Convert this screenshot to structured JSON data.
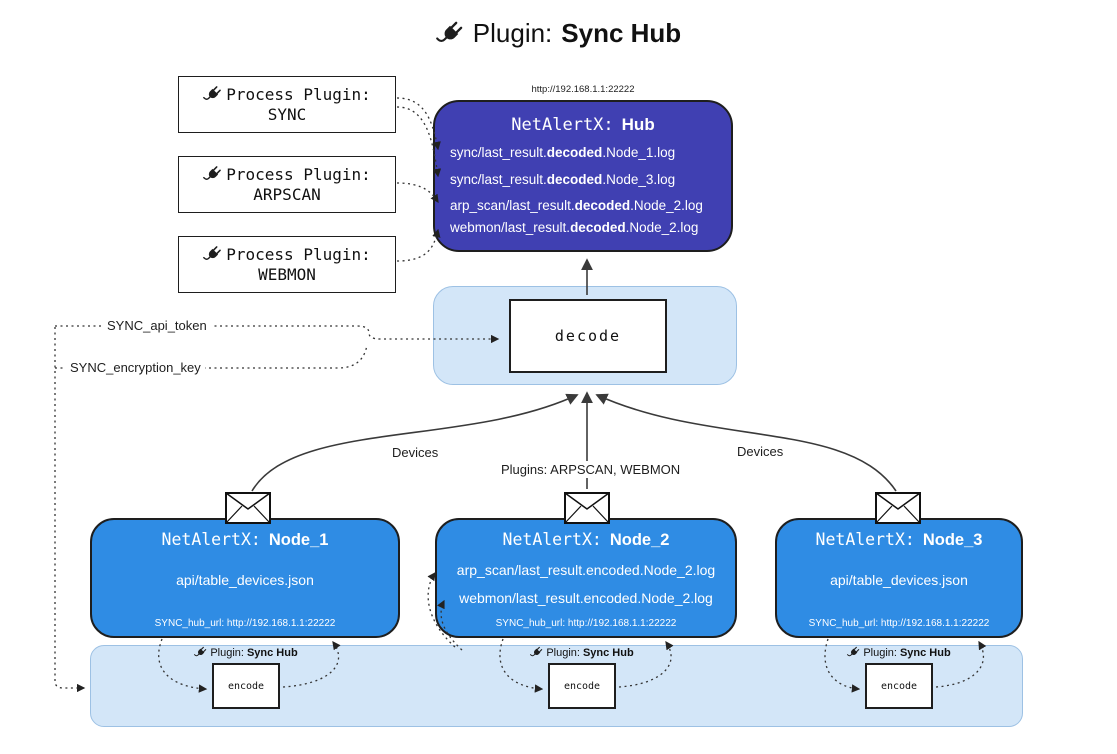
{
  "title": {
    "prefix": "Plugin:",
    "name": "Sync Hub"
  },
  "process_plugins": [
    {
      "label": "Process Plugin:",
      "name": "SYNC"
    },
    {
      "label": "Process Plugin:",
      "name": "ARPSCAN"
    },
    {
      "label": "Process Plugin:",
      "name": "WEBMON"
    }
  ],
  "hub": {
    "url": "http://192.168.1.1:22222",
    "title_prefix": "NetAlertX:",
    "title_name": "Hub",
    "files": [
      {
        "pre": "sync/last_result.",
        "bold": "decoded",
        "post": ".Node_1.log"
      },
      {
        "pre": "sync/last_result.",
        "bold": "decoded",
        "post": ".Node_3.log"
      },
      {
        "pre": "arp_scan/last_result.",
        "bold": "decoded",
        "post": ".Node_2.log"
      },
      {
        "pre": "webmon/last_result.",
        "bold": "decoded",
        "post": ".Node_2.log"
      }
    ]
  },
  "labels": {
    "decode": "decode",
    "encode": "encode"
  },
  "tokens": {
    "api_token": "SYNC_api_token",
    "encryption_key": "SYNC_encryption_key"
  },
  "edges": {
    "left": "Devices",
    "center": "Plugins: ARPSCAN, WEBMON",
    "right": "Devices"
  },
  "nodes": [
    {
      "title_prefix": "NetAlertX:",
      "title_name": "Node_1",
      "files": [
        "api/table_devices.json"
      ],
      "hub_url": "SYNC_hub_url: http://192.168.1.1:22222"
    },
    {
      "title_prefix": "NetAlertX:",
      "title_name": "Node_2",
      "files": [
        "arp_scan/last_result.encoded.Node_2.log",
        "webmon/last_result.encoded.Node_2.log"
      ],
      "hub_url": "SYNC_hub_url: http://192.168.1.1:22222"
    },
    {
      "title_prefix": "NetAlertX:",
      "title_name": "Node_3",
      "files": [
        "api/table_devices.json"
      ],
      "hub_url": "SYNC_hub_url: http://192.168.1.1:22222"
    }
  ],
  "encode": {
    "plugin_label": "Plugin:",
    "plugin_name": "Sync Hub"
  },
  "colors": {
    "hub_bg": "#4040b2",
    "node_bg": "#2f8ce4",
    "panel_bg": "#d3e6f8",
    "panel_border": "#9dc1e4",
    "box_border": "#1e1e1e",
    "arrow": "#3a3a3a"
  }
}
